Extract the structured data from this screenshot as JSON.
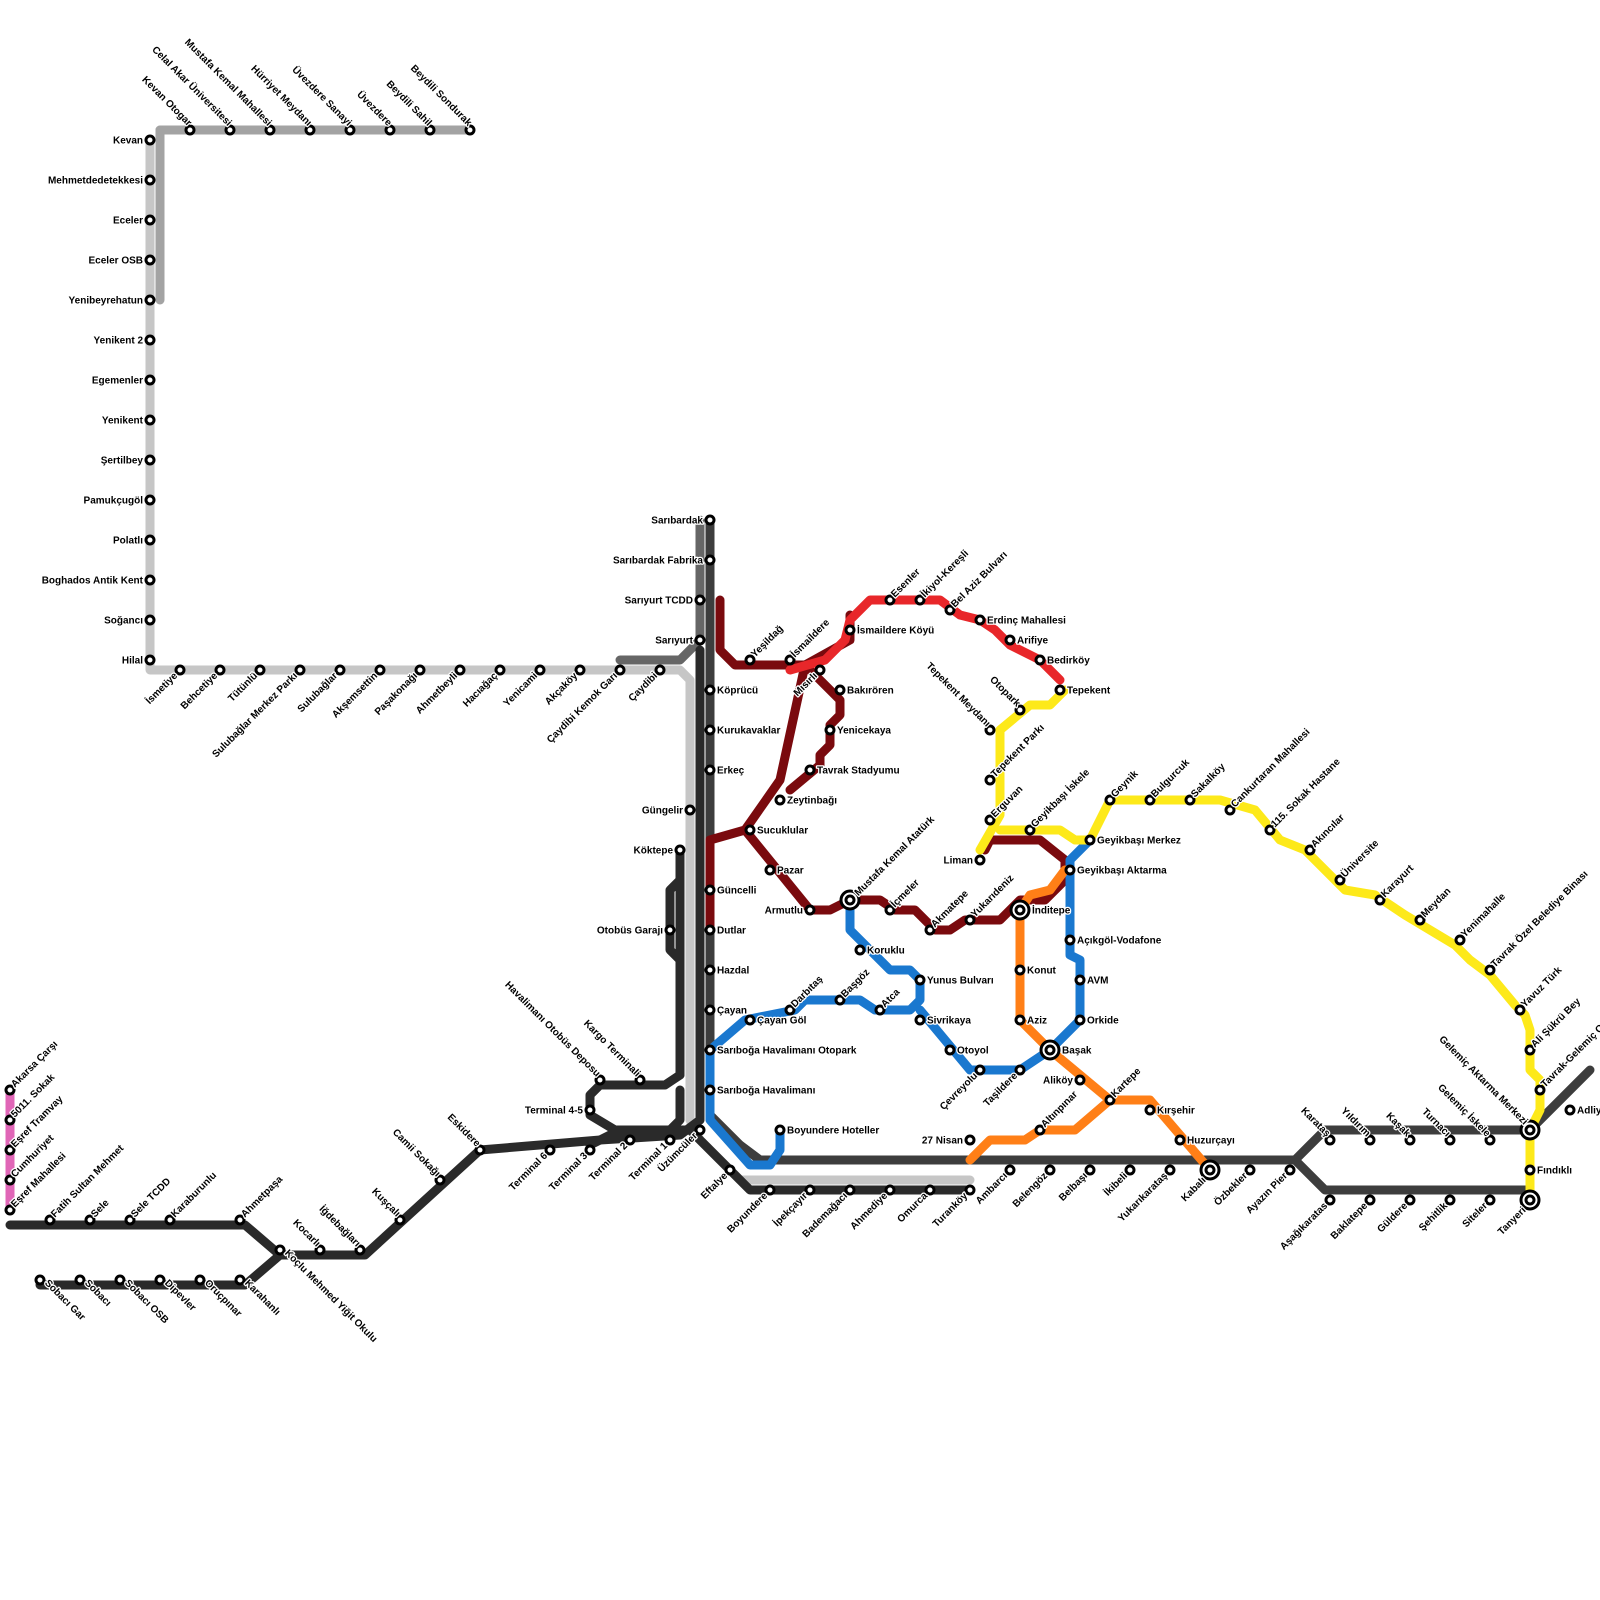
{
  "map": {
    "lines": [
      {
        "id": "line-gray-light",
        "color": "#c6c6c6"
      },
      {
        "id": "line-gray-mid",
        "color": "#a3a3a3"
      },
      {
        "id": "line-gray-dark",
        "color": "#666666"
      },
      {
        "id": "line-charcoal",
        "color": "#3d3d3d"
      },
      {
        "id": "line-black",
        "color": "#2a2a2a"
      },
      {
        "id": "line-dark-red",
        "color": "#7a0a0e"
      },
      {
        "id": "line-red",
        "color": "#e8272a"
      },
      {
        "id": "line-blue",
        "color": "#1a78cf"
      },
      {
        "id": "line-orange",
        "color": "#ff7f17"
      },
      {
        "id": "line-yellow",
        "color": "#fde91a"
      },
      {
        "id": "line-pink",
        "color": "#e066b7"
      }
    ],
    "stations": {
      "kevan": "Kevan",
      "mehmetdedetekkesi": "Mehmetdedetekkesi",
      "eceler": "Eceler",
      "eceler_osb": "Eceler OSB",
      "yenibeyrehatun": "Yenibeyrehatun",
      "yenikent_2": "Yenikent 2",
      "egemenler": "Egemenler",
      "yenikent": "Yenikent",
      "sertilbey": "Şertilbey",
      "pamukcugol": "Pamukçugöl",
      "polatli": "Polatlı",
      "boghados": "Boghados Antik Kent",
      "sogancı": "Soğancı",
      "hilal": "Hilal",
      "kevan_otogar": "Kevan Otogar",
      "celal_akar": "Celal Akar Üniversitesi",
      "mustafa_kemal_mah": "Mustafa Kemal Mahallesi",
      "hurriyet": "Hürriyet Meydanı",
      "uvezdere_sanayi": "Üvezdere Sanayi",
      "uvezdere": "Üvezdere",
      "beydili_sahil": "Beydili Sahil",
      "beydili_sondurak": "Beydili Sondurak",
      "ismetiye": "İsmetiye",
      "behcetiye": "Behcetiye",
      "tutunlu": "Tütünlü",
      "sulubaglar_merkez": "Sulubağlar Merkez Parkı",
      "sulubaglar": "Sulubağlar",
      "aksemsettin": "Akşemsettin",
      "pasakonagi": "Paşakonağı",
      "ahmetbeyli": "Ahmetbeyli",
      "haciagac": "Hacıağaç",
      "yenicami": "Yenicami",
      "akcakoy": "Akçaköy",
      "caydibi_kemok": "Çaydibi Kemok Garı",
      "caydibi": "Çaydibi",
      "saribardak": "Sarıbardak",
      "saribardak_fabrika": "Sarıbardak Fabrika",
      "sariyurt_tcdd": "Sarıyurt TCDD",
      "sariyurt": "Sarıyurt",
      "koprucu": "Köprücü",
      "kurukavaklar": "Kurukavaklar",
      "erkec": "Erkeç",
      "gungelir": "Güngelir",
      "koktepe": "Köktepe",
      "guncelli": "Güncelli",
      "otobus_garaji": "Otobüs Garajı",
      "dutlar": "Dutlar",
      "hazdal": "Hazdal",
      "cayan": "Çayan",
      "saribo_otopark": "Sarıboğa Havalimanı Otopark",
      "saribo_havalimani": "Sarıboğa Havalimanı",
      "havalimani_otobus": "Havalimanı Otobüs Deposu",
      "kargo_terminali": "Kargo Terminali",
      "terminal_45": "Terminal 4-5",
      "terminal_6": "Terminal 6",
      "terminal_3": "Terminal 3",
      "terminal_2": "Terminal 2",
      "terminal_1": "Terminal 1",
      "uzumculer": "Üzümcüler",
      "eftalye": "Eftalye",
      "boyundere": "Boyundere",
      "boyundere_hoteller": "Boyundere Hoteller",
      "ipekcayir": "İpekçayır",
      "bademagaci": "Bademağacı",
      "ahmediye": "Ahmediye",
      "omurca": "Omurca",
      "turankoy": "Turanköy",
      "yesildag": "Yeşildağ",
      "ismaildere": "İsmaildere",
      "ismaildere_koyu": "İsmaildere Köyü",
      "misirli": "Mısırlı",
      "bakiroren": "Bakırören",
      "yenicekaya": "Yenicekaya",
      "tavrak_stadyumu": "Tavrak Stadyumu",
      "zeytinbagi": "Zeytinbağı",
      "sucuklular": "Sucuklular",
      "pazar": "Pazar",
      "armutlu": "Armutlu",
      "mustafa_kemal_ataturk": "Mustafa Kemal Atatürk",
      "icmeler": "İçmeler",
      "akmatepe": "Akmatepe",
      "yukaridenız": "Yukarıdeniz",
      "inditepe": "İnditepe",
      "esenler": "Esenler",
      "ikiyol": "İkiyol-Kereşli",
      "bel_aziz": "Bel Aziz Bulvarı",
      "erdinc": "Erdinç Mahallesi",
      "arifiye": "Arifiye",
      "bedirkoy": "Bedirköy",
      "tepekent": "Tepekent",
      "tepekent_meydani": "Tepekent Meydanı",
      "otopark": "Otopark",
      "tepekent_parki": "Tepekent Parkı",
      "erguvan": "Erguvan",
      "liman": "Liman",
      "geyikbasi_iskele": "Geyikbaşı İskele",
      "geyikbasi_merkez": "Geyikbaşı Merkez",
      "geyikbasi_aktarma": "Geyikbaşı Aktarma",
      "geynik": "Geynik",
      "bulgurcuk": "Bulgurcuk",
      "sakalkoy": "Sakalköy",
      "cankurtaran": "Cankurtaran Mahallesi",
      "sokak_115": "115. Sokak Hastane",
      "akincilar": "Akıncılar",
      "universite": "Üniversite",
      "karayurt": "Karayurt",
      "meydan": "Meydan",
      "yenimahalle": "Yenimahalle",
      "tavrak_ozel": "Tavrak Özel Belediye Binası",
      "yavuz_turk": "Yavuz Türk",
      "ali_sukru": "Ali Şükrü Bey",
      "tavrak_gelemic": "Tavrak-Gelemiç O",
      "gelemic_aktarma": "Gelemiç Aktarma Merkezi",
      "findikli": "Fındıklı",
      "tanyeri": "Tanyeri",
      "adliye": "Adliy",
      "karatas": "Karataş",
      "yildirim": "Yıldırım",
      "kasak": "Kaşak",
      "turnaci": "Turnacı",
      "gelemic_iskele": "Gelemiç İskele",
      "asagikaratas": "Aşağıkaratas",
      "baklatepe": "Baklatepe",
      "guldere": "Güldere",
      "sehitlik": "Şehitlik",
      "siteler": "Siteler",
      "ayazin_pier": "Ayazın Pier",
      "ozbekler": "Özbekler",
      "kabali": "Kabalı",
      "yukarikaratas": "Yukarıkarataş",
      "ikibeli": "İkibeli",
      "belbasi": "Belbaşı",
      "belengoz": "Belengöz",
      "ambarci": "Ambarcı",
      "nisan_27": "27 Nisan",
      "altinpinar": "Altınpınar",
      "kartepe": "Kartepe",
      "kirsehir": "Kırşehir",
      "huzurcayi": "Huzurçayı",
      "basak": "Başak",
      "alikoy": "Aliköy",
      "konut": "Konut",
      "aziz": "Aziz",
      "acikgol": "Açıkgöl-Vodafone",
      "avm": "AVM",
      "orkide": "Orkide",
      "koruklu": "Koruklu",
      "yunus_bulvari": "Yunus Bulvarı",
      "sivrikaya": "Sivrikaya",
      "otoyol": "Otoyol",
      "cevreyolu": "Çevreyolu",
      "tasildere": "Taşildere",
      "atca": "Atca",
      "basgoz": "Başgöz",
      "darbitas": "Darbıtaş",
      "cayan_gol": "Çayan Göl",
      "akarsa_carsi": "Akarsa Çarşı",
      "sokak_5011": "5011. Sokak",
      "esref_tramvay": "Eşref Tramvay",
      "cumhuriyet": "Cumhuriyet",
      "esref_mahallesi": "Eşref Mahallesi",
      "fatih_sultan": "Fatih Sultan Mehmet",
      "sele": "Sele",
      "sele_tcdd": "Sele TCDD",
      "karaburunlu": "Karaburunlu",
      "ahmetpasa": "Ahmetpaşa",
      "koclu": "Koçlu Mehmed Yiğit Okulu",
      "kocarli": "Kocarlı",
      "igdebaglari": "İğdebağları",
      "kuscali": "Kuşçalı",
      "camii_sokagi": "Camii Sokağı",
      "eskidere": "Eskidere",
      "sobaci_gar": "Sobacı Gar",
      "sobaci": "Sobacı",
      "sobaci_osb": "Sobacı OSB",
      "dipevler": "Dipevler",
      "orucpinar": "Oruçpınar",
      "karahanli": "Karahanlı"
    }
  }
}
